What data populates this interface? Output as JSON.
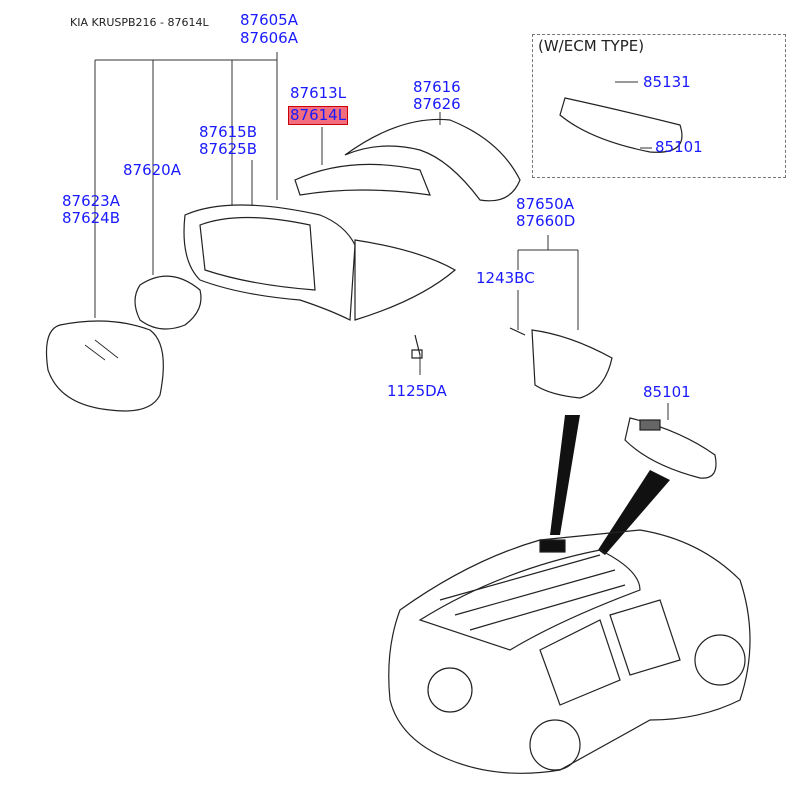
{
  "header": {
    "title": "KIA KRUSPB216 - 87614L"
  },
  "ecm_box": {
    "label": "(W/ECM TYPE)"
  },
  "parts": {
    "p87605A": "87605A",
    "p87606A": "87606A",
    "p87613L": "87613L",
    "p87614L": "87614L",
    "p87616": "87616",
    "p87626": "87626",
    "p87615B": "87615B",
    "p87625B": "87625B",
    "p87620A": "87620A",
    "p87623A": "87623A",
    "p87624B": "87624B",
    "p85131": "85131",
    "p85101_box": "85101",
    "p87650A": "87650A",
    "p87660D": "87660D",
    "p1243BC": "1243BC",
    "p1125DA": "1125DA",
    "p85101": "85101"
  },
  "highlight_color": "#f26d7d",
  "label_color": "#1a1aff"
}
